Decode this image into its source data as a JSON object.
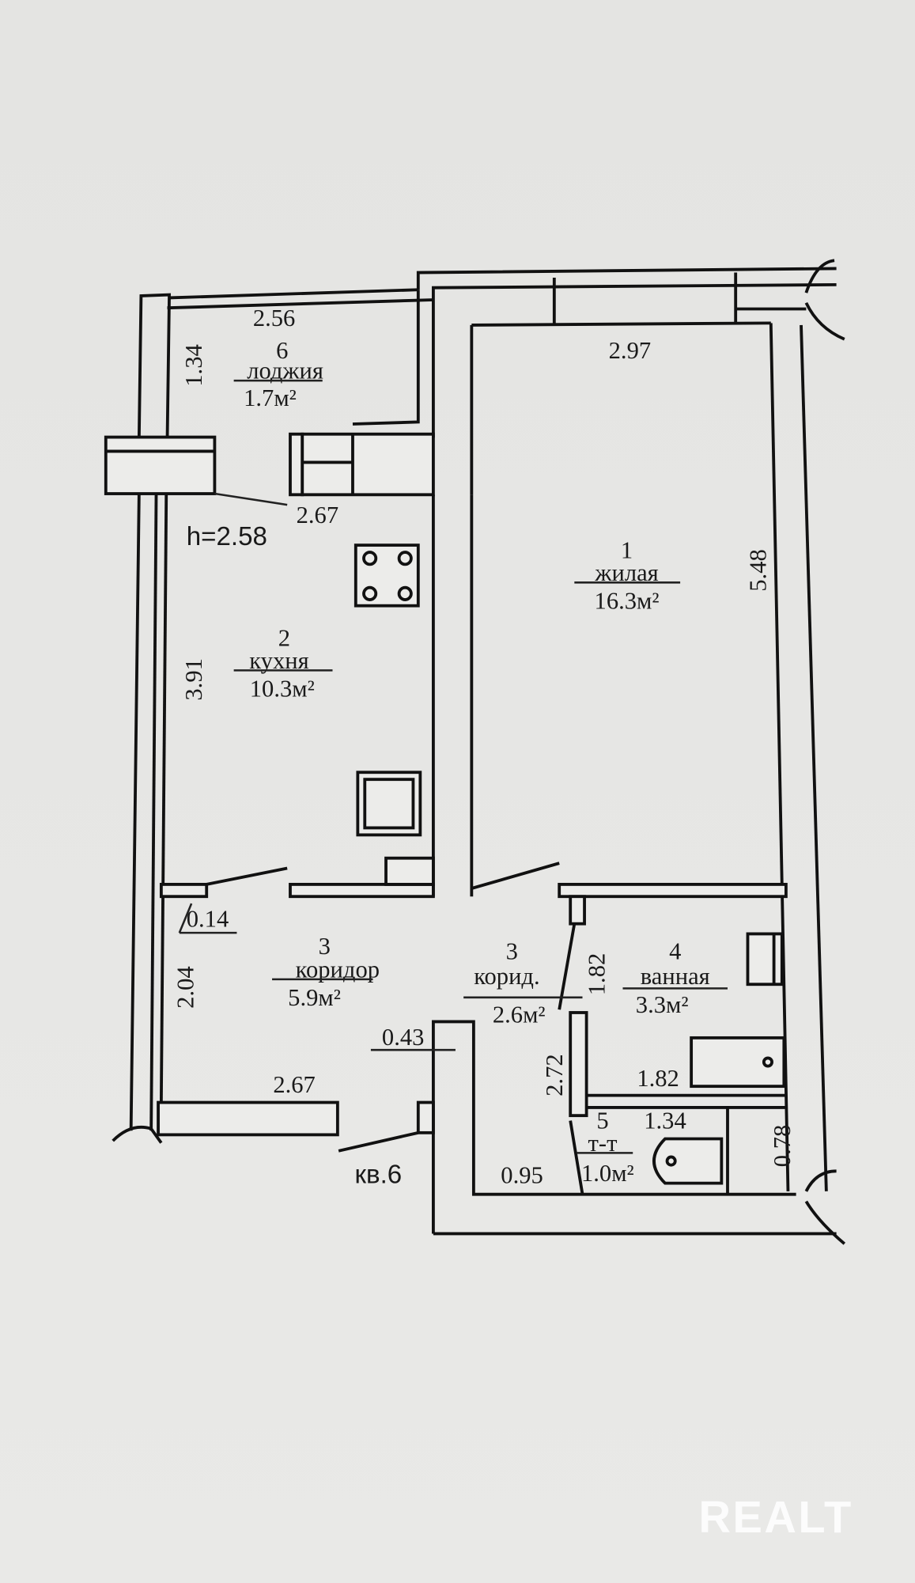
{
  "plan": {
    "ceiling_height": "h=2.58",
    "apartment_label": "кв.6",
    "rooms": [
      {
        "number": "1",
        "name": "жилая",
        "area": "16.3м²"
      },
      {
        "number": "2",
        "name": "кухня",
        "area": "10.3м²"
      },
      {
        "number": "3",
        "name": "коридор",
        "area": "5.9м²"
      },
      {
        "number": "3",
        "name": "корид.",
        "area": "2.6м²"
      },
      {
        "number": "4",
        "name": "ванная",
        "area": "3.3м²"
      },
      {
        "number": "5",
        "name": "т-т",
        "area": "1.0м²"
      },
      {
        "number": "6",
        "name": "лоджия",
        "area": "1.7м²"
      }
    ],
    "dimensions": {
      "loggia_width": "2.56",
      "loggia_depth": "1.34",
      "kitchen_width": "2.67",
      "kitchen_length": "3.91",
      "living_width": "2.97",
      "living_length": "5.48",
      "wall_014": "0.14",
      "corridor_length": "2.04",
      "corridor_width": "2.67",
      "entry_043": "0.43",
      "bath_height": "1.82",
      "bath_width": "1.82",
      "corridor2_length": "2.72",
      "wc_width": "1.34",
      "wc_depth": "0.95",
      "wc_side": "0.78"
    }
  },
  "watermark": "RΕALT"
}
